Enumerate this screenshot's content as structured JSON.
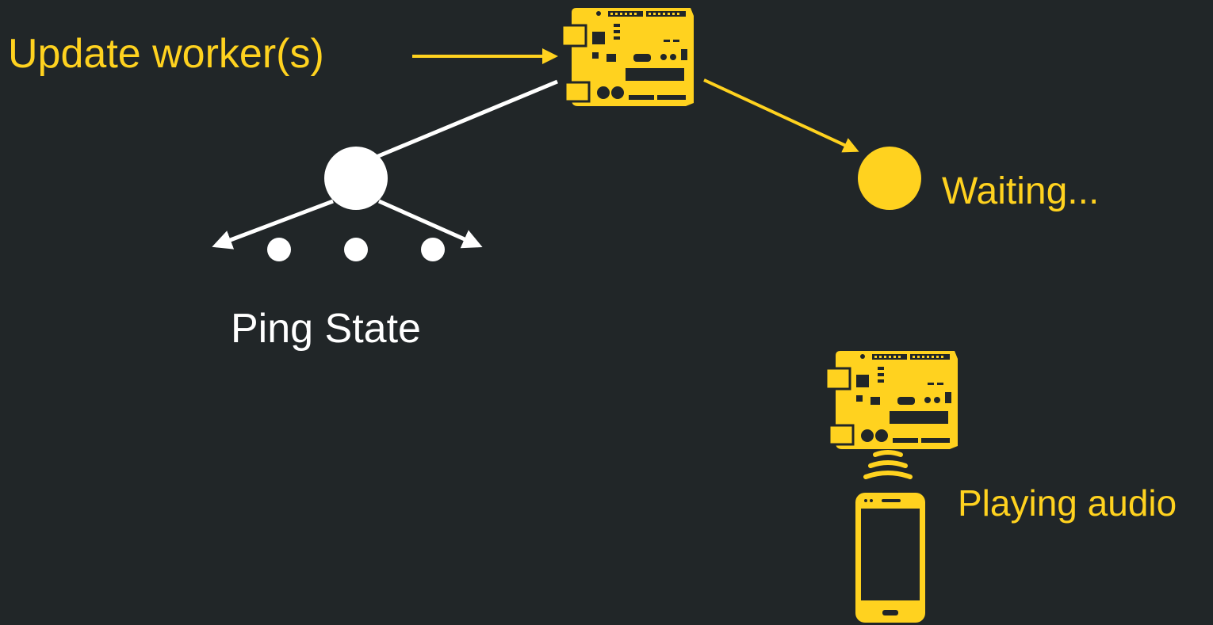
{
  "colors": {
    "background": "#212628",
    "accent": "#FFD21F",
    "node": "#FFFFFF"
  },
  "labels": {
    "update_workers": "Update worker(s)",
    "waiting": "Waiting...",
    "ping_state": "Ping State",
    "playing_audio": "Playing audio"
  },
  "icons": {
    "main_board": "microcontroller-board-icon",
    "second_board": "microcontroller-board-icon",
    "wireless": "wireless-signal-icon",
    "phone": "smartphone-icon"
  }
}
